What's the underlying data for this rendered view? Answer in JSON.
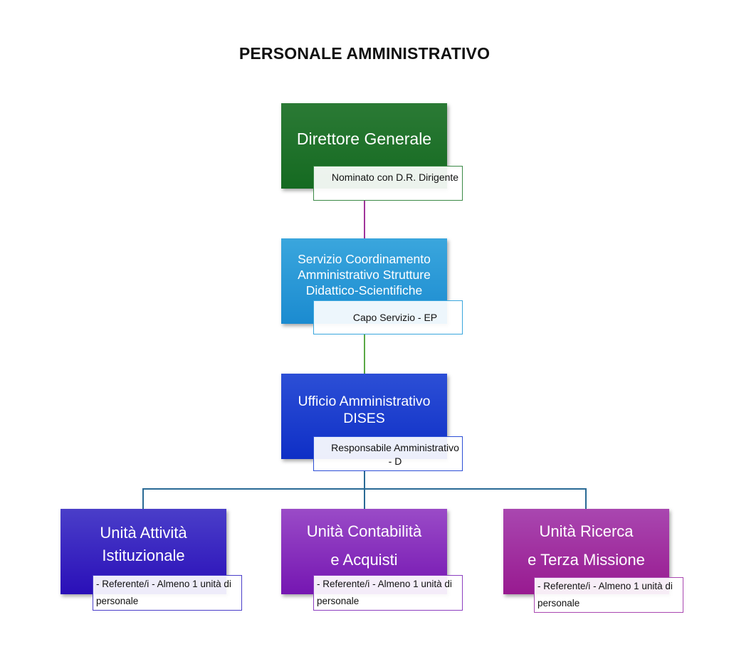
{
  "title": "PERSONALE AMMINISTRATIVO",
  "nodes": [
    {
      "id": "direttore",
      "title_lines": [
        "Direttore Generale"
      ],
      "sub_lines": [
        "Nominato con D.R.",
        "Dirigente"
      ],
      "color": "#1e7229"
    },
    {
      "id": "servizio",
      "title_lines": [
        "Servizio Coordinamento",
        "Amministrativo Strutture",
        "Didattico-Scientifiche"
      ],
      "sub_lines": [
        "Capo Servizio - EP"
      ],
      "color": "#2a9ad6"
    },
    {
      "id": "ufficio",
      "title_lines": [
        "Ufficio Amministrativo",
        "DISES"
      ],
      "sub_lines": [
        "Responsabile",
        "Amministrativo - D"
      ],
      "color": "#1c3fcf"
    },
    {
      "id": "unita-istituzionale",
      "title_lines": [
        "Unità Attività",
        "Istituzionale"
      ],
      "sub_lines": [
        "- Referente/i",
        "- Almeno 1 unità di personale"
      ],
      "color": "#3a26c0"
    },
    {
      "id": "unita-contabilita",
      "title_lines": [
        "Unità Contabilità",
        "e Acquisti"
      ],
      "sub_lines": [
        "- Referente/i",
        "- Almeno 1 unità di personale"
      ],
      "color": "#8530bd"
    },
    {
      "id": "unita-ricerca",
      "title_lines": [
        "Unità Ricerca",
        "e Terza Missione"
      ],
      "sub_lines": [
        "- Referente/i",
        "- Almeno 1 unità di personale"
      ],
      "color": "#a030a0"
    }
  ],
  "connector_colors": {
    "direttore_servizio": "#a0349a",
    "servizio_ufficio": "#5aa845",
    "ufficio_unita": "#2a6a95"
  }
}
